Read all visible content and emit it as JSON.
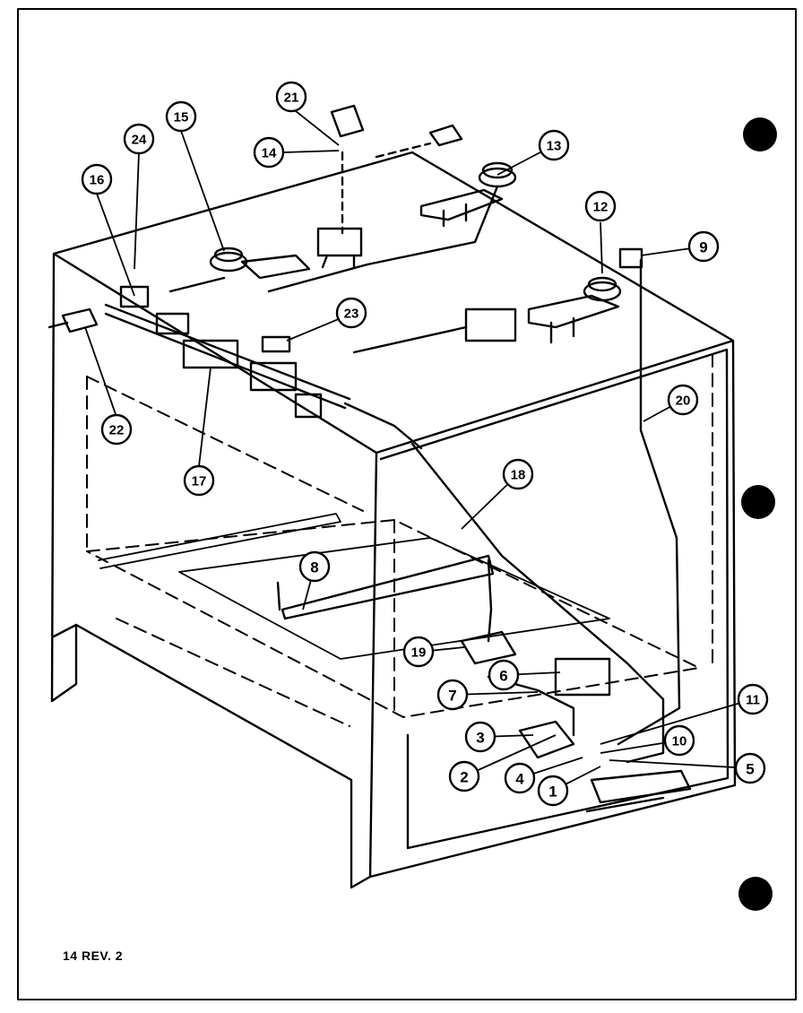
{
  "colors": {
    "ink": "#000000",
    "paper": "#ffffff"
  },
  "callouts": [
    "1",
    "2",
    "3",
    "4",
    "5",
    "6",
    "7",
    "8",
    "9",
    "10",
    "11",
    "12",
    "13",
    "14",
    "15",
    "16",
    "17",
    "18",
    "19",
    "20",
    "21",
    "22",
    "23",
    "24"
  ],
  "footer": {
    "label": "14 REV. 2"
  }
}
